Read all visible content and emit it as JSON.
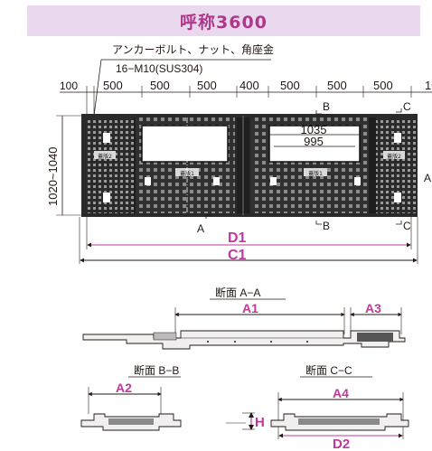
{
  "title": "呼称3600",
  "plan": {
    "note1": "アンカーボルト、ナット、角座金",
    "note2": "16−M10(SUS304)",
    "top_dims": [
      "100",
      "500",
      "500",
      "500",
      "400",
      "500",
      "500",
      "500",
      "10"
    ],
    "height_dim": "1020~1040",
    "inner_dim_a": "1035",
    "inner_dim_b": "995",
    "lid_label": "蓋版1",
    "lid_label_2": "蓋版2",
    "d1": "D1",
    "c1": "C1",
    "sec_marks": {
      "a": "A",
      "b": "B",
      "c": "C"
    }
  },
  "section_aa": {
    "title": "断面 A−A",
    "a1": "A1",
    "a3": "A3"
  },
  "section_bb": {
    "title": "断面 B−B",
    "a2": "A2",
    "h": "H"
  },
  "section_cc": {
    "title": "断面 C−C",
    "a4": "A4",
    "d2": "D2"
  },
  "colors": {
    "accent": "#c0399a",
    "banner_bg": "#ead9ee",
    "banner_text": "#b0388a"
  }
}
